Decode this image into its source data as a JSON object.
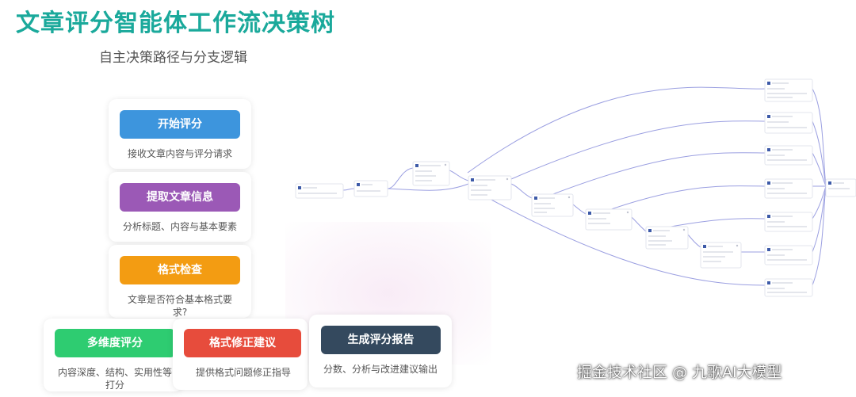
{
  "header": {
    "title": "文章评分智能体工作流决策树",
    "subtitle": "自主决策路径与分支逻辑"
  },
  "steps": [
    {
      "label": "开始评分",
      "desc": "接收文章内容与评分请求",
      "color": "#3d95dd"
    },
    {
      "label": "提取文章信息",
      "desc": "分析标题、内容与基本要素",
      "color": "#9b59b6"
    },
    {
      "label": "格式检查",
      "desc": "文章是否符合基本格式要求?",
      "color": "#f39c12"
    },
    {
      "label": "多维度评分",
      "desc": "内容深度、结构、实用性等打分",
      "color": "#2ecc71"
    },
    {
      "label": "格式修正建议",
      "desc": "提供格式问题修正指导",
      "color": "#e74c3c"
    },
    {
      "label": "生成评分报告",
      "desc": "分数、分析与改进建议输出",
      "color": "#34495e"
    }
  ],
  "workflow_colors": {
    "edge": "#8a8fdc",
    "node_border": "#e3e6ee"
  },
  "watermark": "掘金技术社区 @ 九歌AI大模型"
}
